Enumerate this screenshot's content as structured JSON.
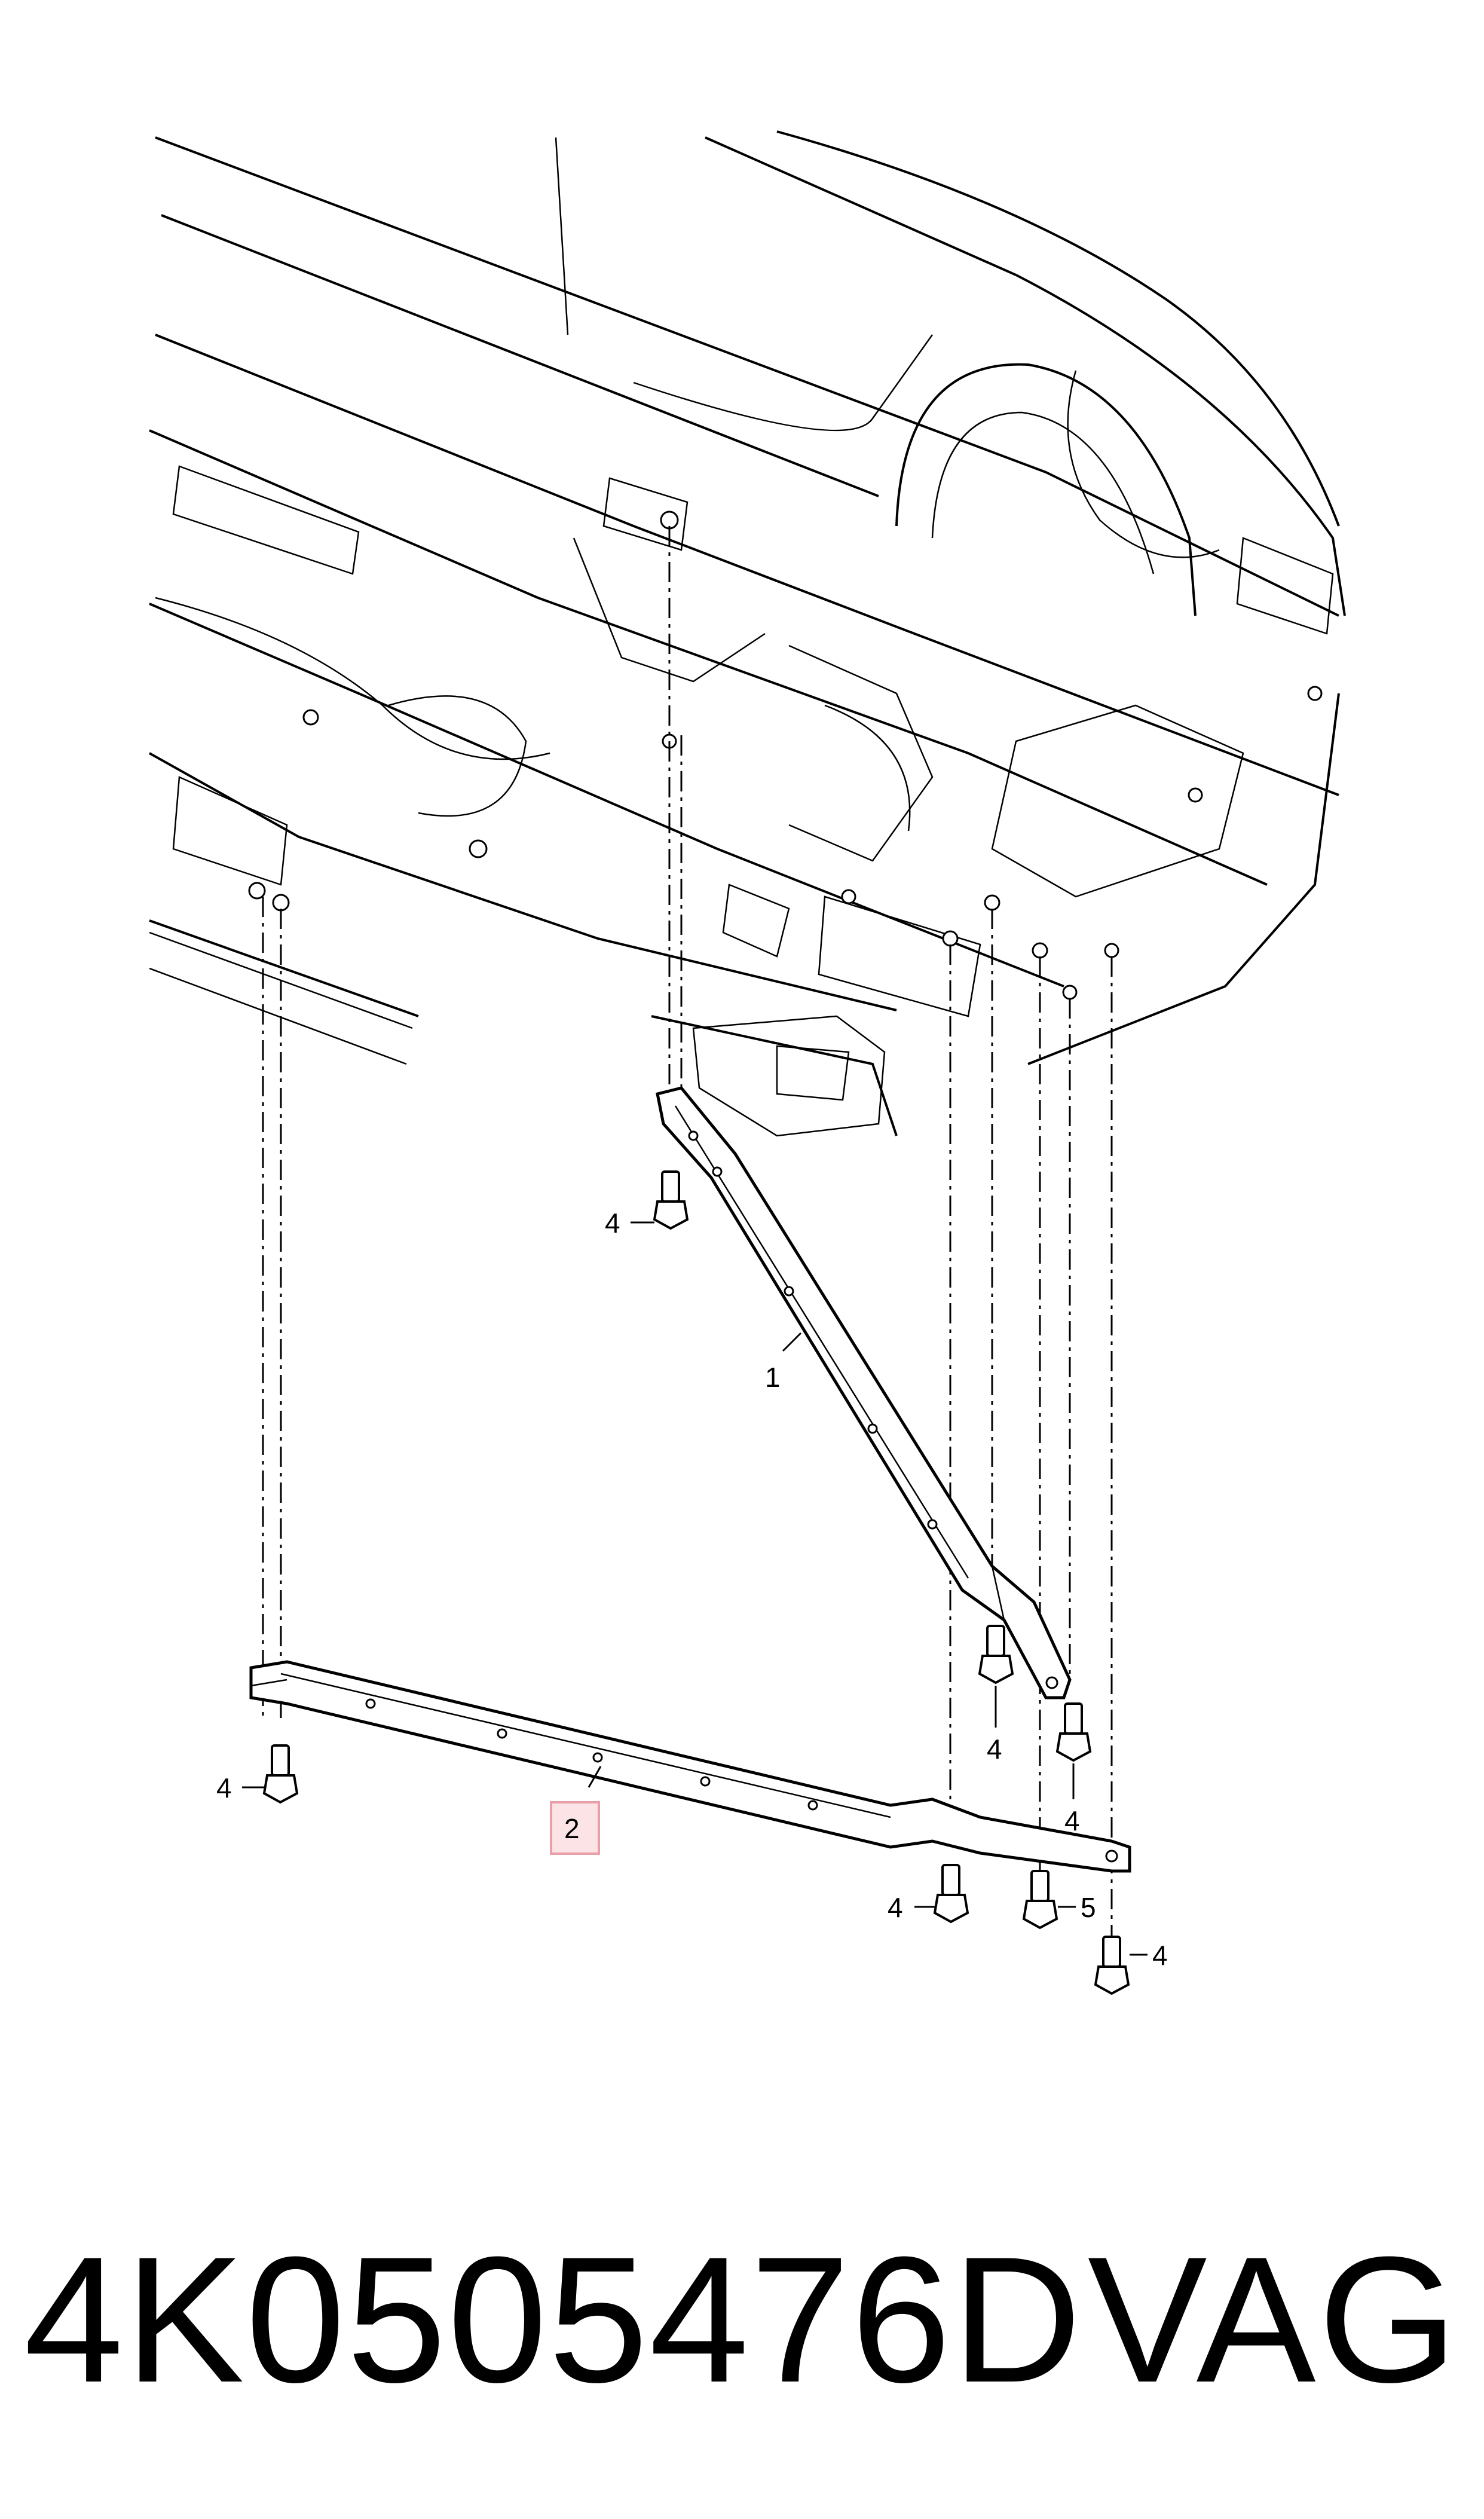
{
  "diagram": {
    "callouts": {
      "strut_diagonal": "1",
      "strut_cross": "2",
      "bolt": "4",
      "bolt_special": "5"
    },
    "highlight_color": "#e8a0a8"
  },
  "footer": {
    "part_number": "4K0505476D",
    "brand": "VAG"
  }
}
